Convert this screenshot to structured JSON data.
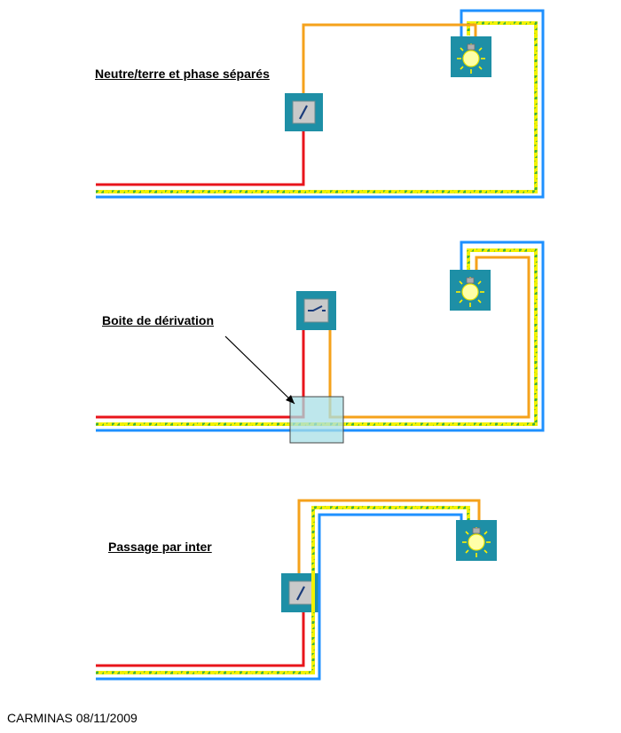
{
  "labels": {
    "section1": "Neutre/terre et phase séparés",
    "section2": "Boite de dérivation",
    "section3": "Passage par inter"
  },
  "footer": "CARMINAS 08/11/2009",
  "colors": {
    "phase": "#e8141b",
    "return": "#f5a21b",
    "neutral": "#1e90ff",
    "earth_yellow": "#f2f200",
    "earth_green": "#3cb043",
    "box_frame": "#1e8fa6",
    "switch_face": "#c9c9c9",
    "junction_box": "#a8dfe6"
  }
}
